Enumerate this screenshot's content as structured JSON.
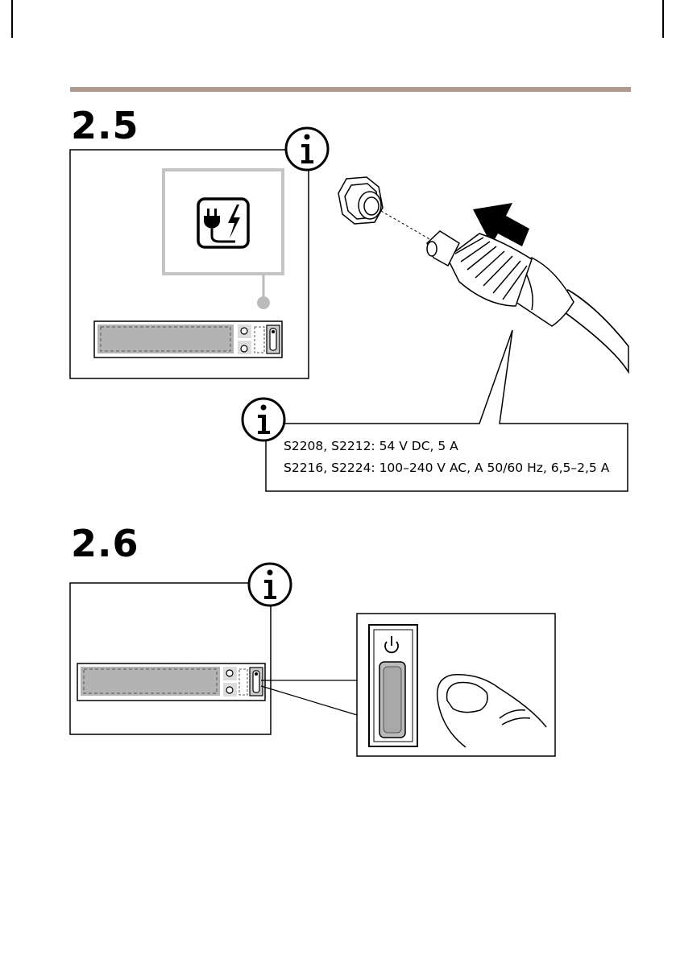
{
  "colors": {
    "rule": "#b09a8f",
    "panel_gray": "#b3b3b3",
    "light_gray": "#cccccc",
    "line": "#000000"
  },
  "sections": [
    {
      "number": "2.5",
      "info_lines": [
        "S2208, S2212: 54 V DC, 5 A",
        "S2216, S2224: 100–240 V AC, A 50/60 Hz, 6,5–2,5 A"
      ],
      "icons": [
        "info-icon",
        "power-plug-icon",
        "arrow-icon"
      ]
    },
    {
      "number": "2.6",
      "icons": [
        "info-icon",
        "power-symbol-icon",
        "rocker-switch-icon",
        "finger-icon"
      ]
    }
  ]
}
